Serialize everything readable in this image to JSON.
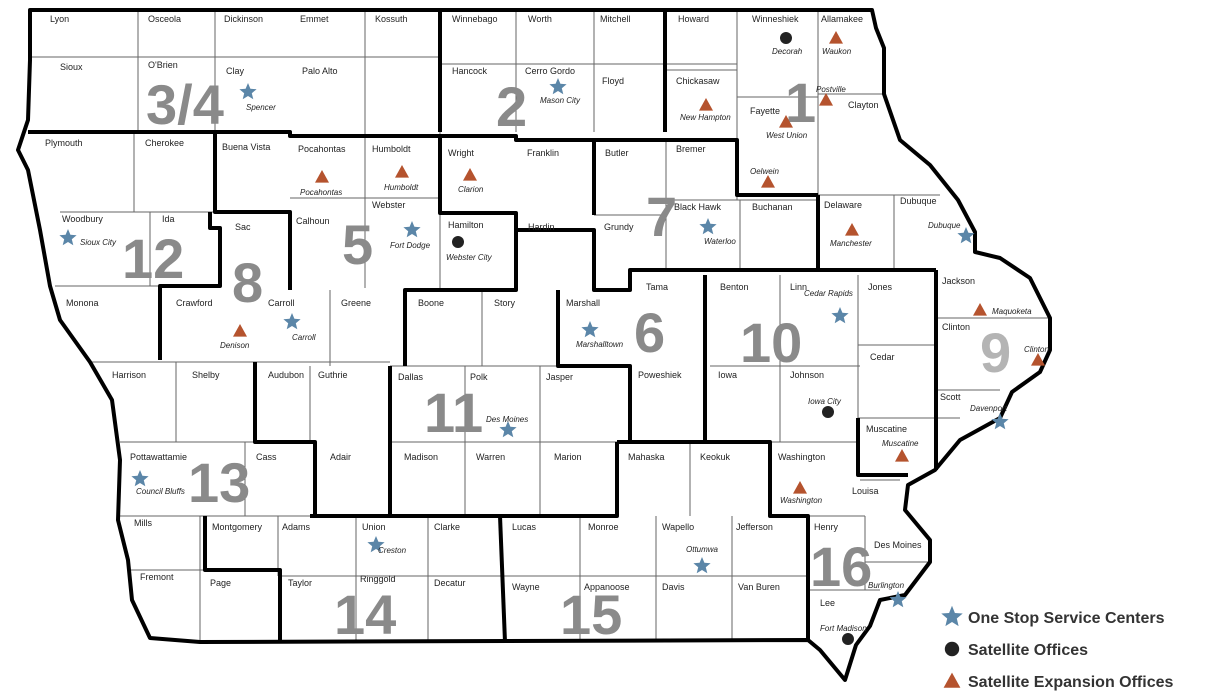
{
  "colors": {
    "star": "#5b86a8",
    "circle": "#222222",
    "triangle": "#b5532e"
  },
  "counties": [
    "Lyon",
    "Osceola",
    "Dickinson",
    "Emmet",
    "Kossuth",
    "Winnebago",
    "Worth",
    "Mitchell",
    "Howard",
    "Winneshiek",
    "Allamakee",
    "Sioux",
    "O'Brien",
    "Clay",
    "Palo Alto",
    "Hancock",
    "Cerro Gordo",
    "Floyd",
    "Chickasaw",
    "Fayette",
    "Clayton",
    "Plymouth",
    "Cherokee",
    "Buena Vista",
    "Pocahontas",
    "Humboldt",
    "Wright",
    "Franklin",
    "Butler",
    "Bremer",
    "Woodbury",
    "Ida",
    "Sac",
    "Calhoun",
    "Webster",
    "Hamilton",
    "Hardin",
    "Grundy",
    "Black Hawk",
    "Buchanan",
    "Delaware",
    "Dubuque",
    "Monona",
    "Crawford",
    "Carroll",
    "Greene",
    "Boone",
    "Story",
    "Marshall",
    "Tama",
    "Benton",
    "Linn",
    "Jones",
    "Jackson",
    "Clinton",
    "Cedar",
    "Harrison",
    "Shelby",
    "Audubon",
    "Guthrie",
    "Dallas",
    "Polk",
    "Jasper",
    "Poweshiek",
    "Iowa",
    "Johnson",
    "Scott",
    "Muscatine",
    "Pottawattamie",
    "Cass",
    "Adair",
    "Madison",
    "Warren",
    "Marion",
    "Mahaska",
    "Keokuk",
    "Washington",
    "Louisa",
    "Mills",
    "Montgomery",
    "Adams",
    "Union",
    "Clarke",
    "Lucas",
    "Monroe",
    "Wapello",
    "Jefferson",
    "Henry",
    "Des Moines",
    "Fremont",
    "Page",
    "Taylor",
    "Ringgold",
    "Decatur",
    "Wayne",
    "Appanoose",
    "Davis",
    "Van Buren",
    "Lee"
  ],
  "regions": [
    "1",
    "2",
    "3/4",
    "5",
    "6",
    "7",
    "8",
    "9",
    "10",
    "11",
    "12",
    "13",
    "14",
    "15",
    "16"
  ],
  "cities": [
    {
      "name": "Decorah",
      "kind": "circle"
    },
    {
      "name": "Waukon",
      "kind": "triangle"
    },
    {
      "name": "Postville",
      "kind": "triangle"
    },
    {
      "name": "New Hampton",
      "kind": "triangle"
    },
    {
      "name": "West Union",
      "kind": "triangle"
    },
    {
      "name": "Oelwein",
      "kind": "triangle"
    },
    {
      "name": "Mason City",
      "kind": "star"
    },
    {
      "name": "Spencer",
      "kind": "star"
    },
    {
      "name": "Pocahontas",
      "kind": "triangle"
    },
    {
      "name": "Humboldt",
      "kind": "triangle"
    },
    {
      "name": "Clarion",
      "kind": "triangle"
    },
    {
      "name": "Fort Dodge",
      "kind": "star"
    },
    {
      "name": "Webster City",
      "kind": "circle"
    },
    {
      "name": "Waterloo",
      "kind": "star"
    },
    {
      "name": "Manchester",
      "kind": "triangle"
    },
    {
      "name": "Dubuque",
      "kind": "star"
    },
    {
      "name": "Sioux City",
      "kind": "star"
    },
    {
      "name": "Denison",
      "kind": "triangle"
    },
    {
      "name": "Carroll",
      "kind": "star"
    },
    {
      "name": "Marshalltown",
      "kind": "star"
    },
    {
      "name": "Cedar Rapids",
      "kind": "star"
    },
    {
      "name": "Maquoketa",
      "kind": "triangle"
    },
    {
      "name": "Clinton",
      "kind": "triangle"
    },
    {
      "name": "Davenport",
      "kind": "star"
    },
    {
      "name": "Iowa City",
      "kind": "circle"
    },
    {
      "name": "Muscatine",
      "kind": "triangle"
    },
    {
      "name": "Des Moines",
      "kind": "star"
    },
    {
      "name": "Council Bluffs",
      "kind": "star"
    },
    {
      "name": "Washington",
      "kind": "triangle"
    },
    {
      "name": "Creston",
      "kind": "star"
    },
    {
      "name": "Ottumwa",
      "kind": "star"
    },
    {
      "name": "Burlington",
      "kind": "star"
    },
    {
      "name": "Fort Madison",
      "kind": "circle"
    }
  ],
  "legend": [
    {
      "label": "One Stop Service Centers",
      "kind": "star"
    },
    {
      "label": "Satellite Offices",
      "kind": "circle"
    },
    {
      "label": "Satellite Expansion Offices",
      "kind": "triangle"
    }
  ]
}
